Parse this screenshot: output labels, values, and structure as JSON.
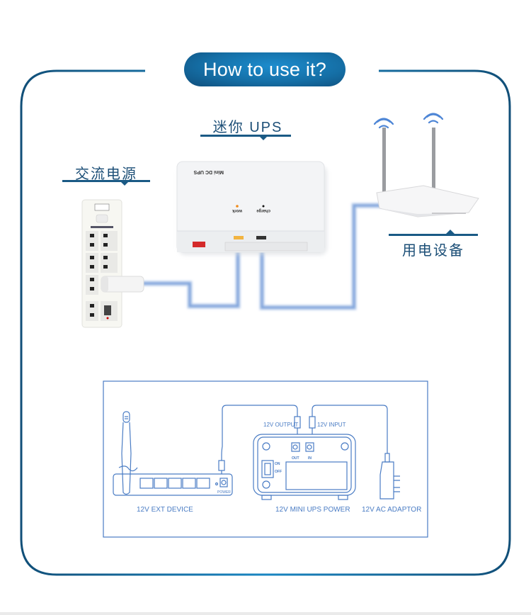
{
  "header": {
    "title": "How to use it?"
  },
  "labels": {
    "ups": "迷你 UPS",
    "ac_power": "交流电源",
    "device": "用电设备"
  },
  "ups_device": {
    "brand_text": "Mini DC UPS",
    "led_work": "work",
    "led_charge": "charge"
  },
  "wiring_diagram": {
    "ext_device_label": "12V EXT DEVICE",
    "power_port_label": "POWER",
    "ups_label": "12V MINI UPS POWER",
    "adaptor_label": "12V AC ADAPTOR",
    "output_label": "12V OUTPUT",
    "input_label": "12V INPUT",
    "out_port": "OUT",
    "in_port": "IN",
    "switch_on": "ON",
    "switch_off": "OFF"
  },
  "colors": {
    "frame": "#1a5a85",
    "accent": "#1c8ccd",
    "label_text": "#1c4f77",
    "diagram_line": "#4a7cc4",
    "cable": "#9dbbe3"
  }
}
